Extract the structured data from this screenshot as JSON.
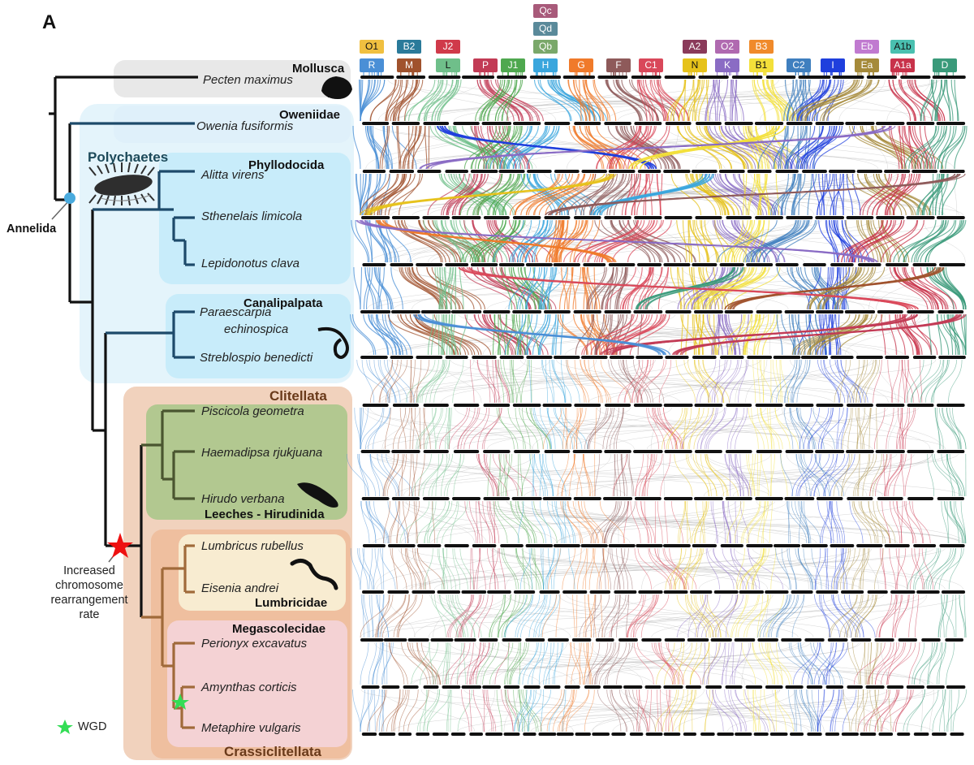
{
  "panel_label": "A",
  "groups": {
    "mollusca": "Mollusca",
    "oweniidae": "Oweniidae",
    "polychaetes": "Polychaetes",
    "phyllodocida": "Phyllodocida",
    "canalipalpata": "Canalipalpata",
    "clitellata": "Clitellata",
    "leeches": "Leeches - Hirudinida",
    "lumbricidae": "Lumbricidae",
    "megascolecidae": "Megascolecidae",
    "crassiclitellata": "Crassiclitellata"
  },
  "species": [
    "Pecten maximus",
    "Owenia fusiformis",
    "Alitta virens",
    "Sthenelais limicola",
    "Lepidonotus clava",
    "Paraescarpia",
    "echinospica",
    "Streblospio benedicti",
    "Piscicola geometra",
    "Haemadipsa rjukjuana",
    "Hirudo verbana",
    "Lumbricus rubellus",
    "Eisenia andrei",
    "Perionyx excavatus",
    "Amynthas corticis",
    "Metaphire vulgaris"
  ],
  "annotations": {
    "annelida": "Annelida",
    "rate_lines": [
      "Increased",
      "chromosome",
      "rearrangement",
      "rate"
    ],
    "wgd": "WGD"
  },
  "linkage_groups": [
    {
      "label": "R",
      "color": "#4a8fd6"
    },
    {
      "label": "M",
      "color": "#a0522d"
    },
    {
      "label": "L",
      "color": "#6fbf8a"
    },
    {
      "label": "P",
      "color": "#c23b55"
    },
    {
      "label": "J1",
      "color": "#4fa84f"
    },
    {
      "label": "H",
      "color": "#3aa6dd"
    },
    {
      "label": "G",
      "color": "#f07a2a"
    },
    {
      "label": "F",
      "color": "#8e5a5a"
    },
    {
      "label": "C1",
      "color": "#d9485a"
    },
    {
      "label": "N",
      "color": "#e6c21a"
    },
    {
      "label": "K",
      "color": "#8a6cc4"
    },
    {
      "label": "B1",
      "color": "#f3e03a"
    },
    {
      "label": "C2",
      "color": "#3f7fbf"
    },
    {
      "label": "I",
      "color": "#1f3fdd"
    },
    {
      "label": "Ea",
      "color": "#a58a3a"
    },
    {
      "label": "A1a",
      "color": "#c8324a"
    },
    {
      "label": "D",
      "color": "#3a9a7a"
    }
  ],
  "linkage_groups_upper": [
    {
      "label": "O1",
      "color": "#f0c040",
      "above": "R"
    },
    {
      "label": "B2",
      "color": "#2a7a9a",
      "above": "M"
    },
    {
      "label": "J2",
      "color": "#d03a4a",
      "above": "L"
    },
    {
      "label": "Qb",
      "color": "#7aa86a",
      "above": "H"
    },
    {
      "label": "Qd",
      "color": "#5a8a9a",
      "above": "H"
    },
    {
      "label": "Qc",
      "color": "#a85a7a",
      "above": "H"
    },
    {
      "label": "A2",
      "color": "#8a3a5a",
      "above": "N"
    },
    {
      "label": "O2",
      "color": "#b06ab0",
      "above": "K"
    },
    {
      "label": "B3",
      "color": "#f08a2a",
      "above": "B1"
    },
    {
      "label": "Eb",
      "color": "#c07ad0",
      "above": "Ea"
    },
    {
      "label": "A1b",
      "color": "#4ac0b0",
      "above": "A1a"
    }
  ]
}
